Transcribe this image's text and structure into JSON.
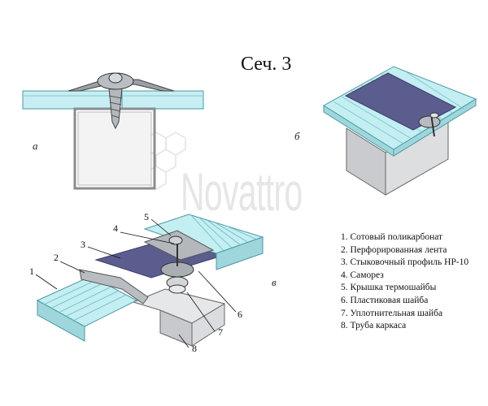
{
  "figure": {
    "title": "Сеч. 3",
    "watermark": "Novattro",
    "views": {
      "a": "а",
      "b": "б",
      "v": "в"
    }
  },
  "callouts": [
    "1",
    "2",
    "3",
    "4",
    "5",
    "6",
    "7",
    "8"
  ],
  "legend": [
    "1. Сотовый поликарбонат",
    "2. Перфорированная лента",
    "3. Стыковочный профиль НР-10",
    "4. Саморез",
    "5. Крышка термошайбы",
    "6. Пластиковая шайба",
    "7. Уплотнительная шайба",
    "8. Труба каркаса"
  ],
  "colors": {
    "panel": "#bfeaf0",
    "panel_edge": "#4a9aa3",
    "tape": "#5a5c8c",
    "pipe": "#d7d9dc",
    "hardware": "#9ea3a8"
  }
}
